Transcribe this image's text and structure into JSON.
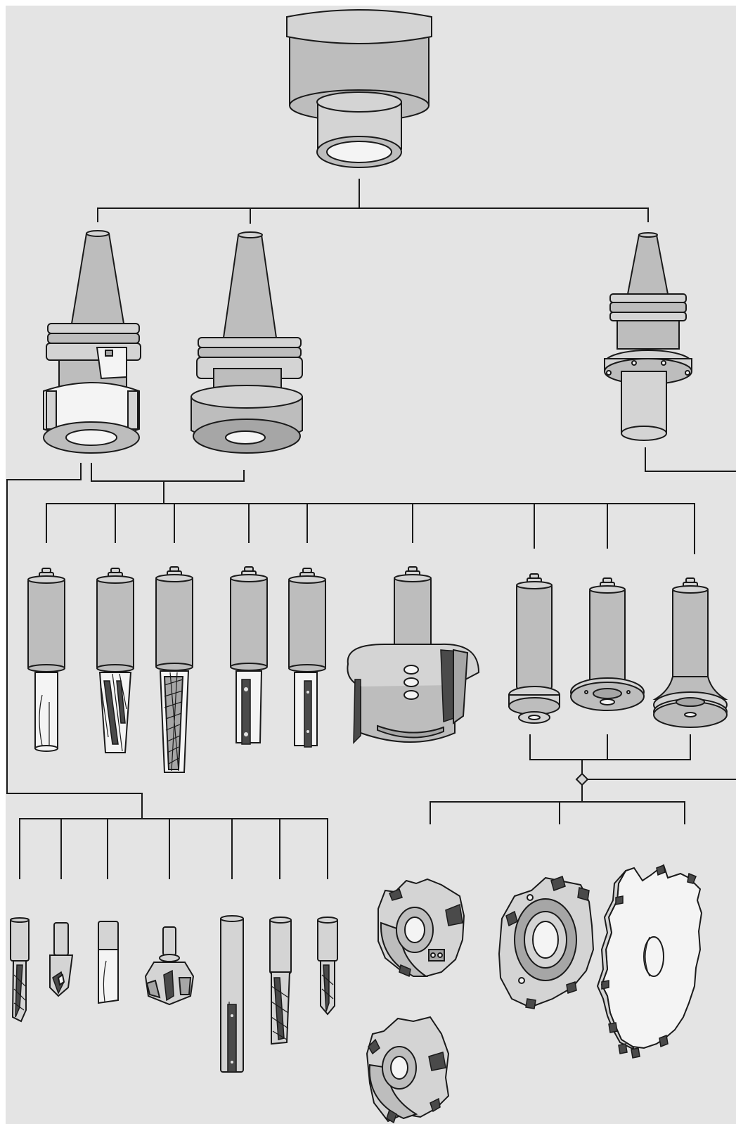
{
  "diagram": {
    "background": "#e4e4e4",
    "line_color": "#1a1a1a",
    "metal_light": "#d4d4d4",
    "metal_mid": "#bdbdbd",
    "metal_dark": "#9a9a9a",
    "insert_color": "#4a4a4a",
    "components": [
      "spindle-adapter",
      "collet-chuck-holder",
      "hydro-chuck-holder",
      "arbor-holder",
      "shank-router-bits",
      "cutter-head",
      "flange-arbors",
      "short-drills-and-cutters",
      "grooving-cutters",
      "circular-saw-blade"
    ]
  }
}
